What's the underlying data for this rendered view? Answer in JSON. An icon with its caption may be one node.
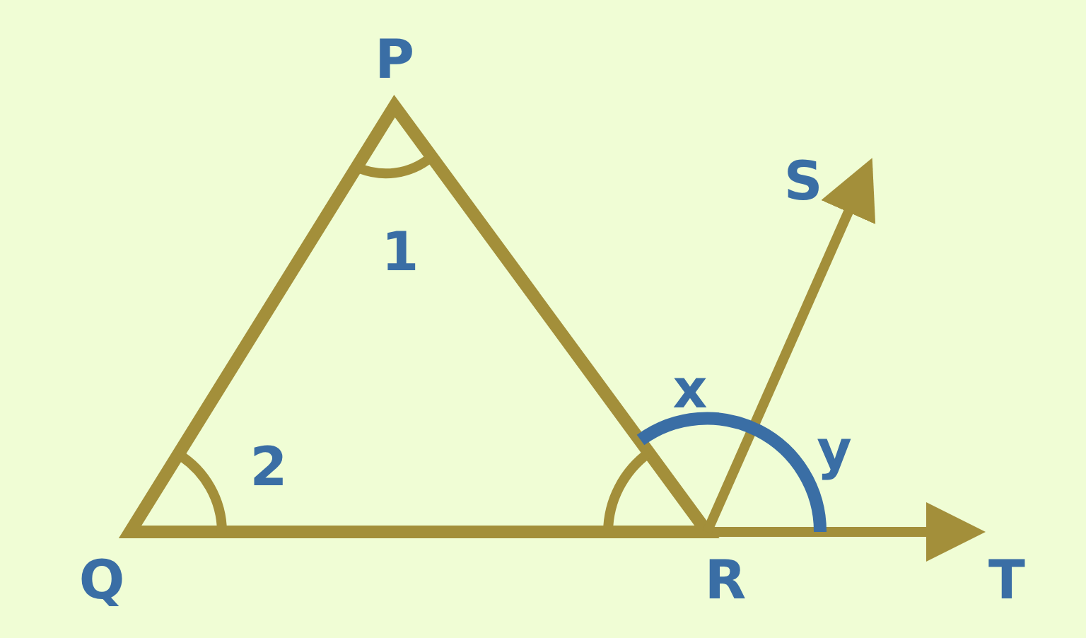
{
  "diagram": {
    "labels": [
      "P",
      "S",
      "1",
      "x",
      "2",
      "y",
      "Q",
      "R",
      "T"
    ]
  }
}
